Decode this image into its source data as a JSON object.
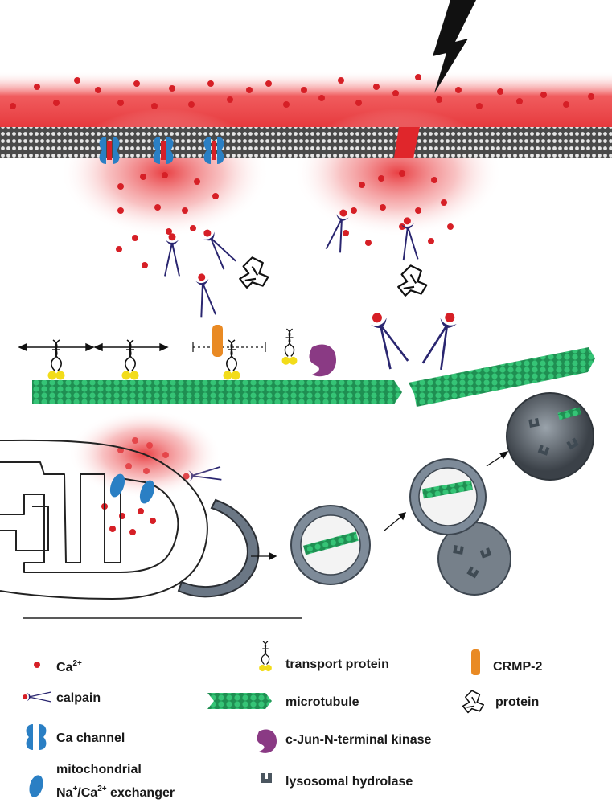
{
  "legend": {
    "ca": {
      "text": "Ca",
      "sup": "2+"
    },
    "calpain": "calpain",
    "ca_channel": "Ca channel",
    "mito_line1": "mitochondrial",
    "mito_line2": {
      "na": "Na",
      "sup1": "+",
      "mid": "/Ca",
      "sup2": "2+",
      "end": " exchanger"
    },
    "transport_protein": "transport protein",
    "microtubule": "microtubule",
    "jnk": "c-Jun-N-terminal kinase",
    "lysosomal_hydrolase": "lysosomal hydrolase",
    "crmp2": "CRMP-2",
    "protein": "protein"
  },
  "colors": {
    "calcium": "#d61f26",
    "membrane_glow": "#e8363a",
    "microtubule": "#2db36b",
    "ca_channel": "#2a7fc4",
    "crmp2": "#e98a24",
    "jnk": "#8a3a84",
    "transport_foot": "#f2dc1a",
    "calpain": "#2a2670",
    "vesicle": "#7e8b99"
  }
}
